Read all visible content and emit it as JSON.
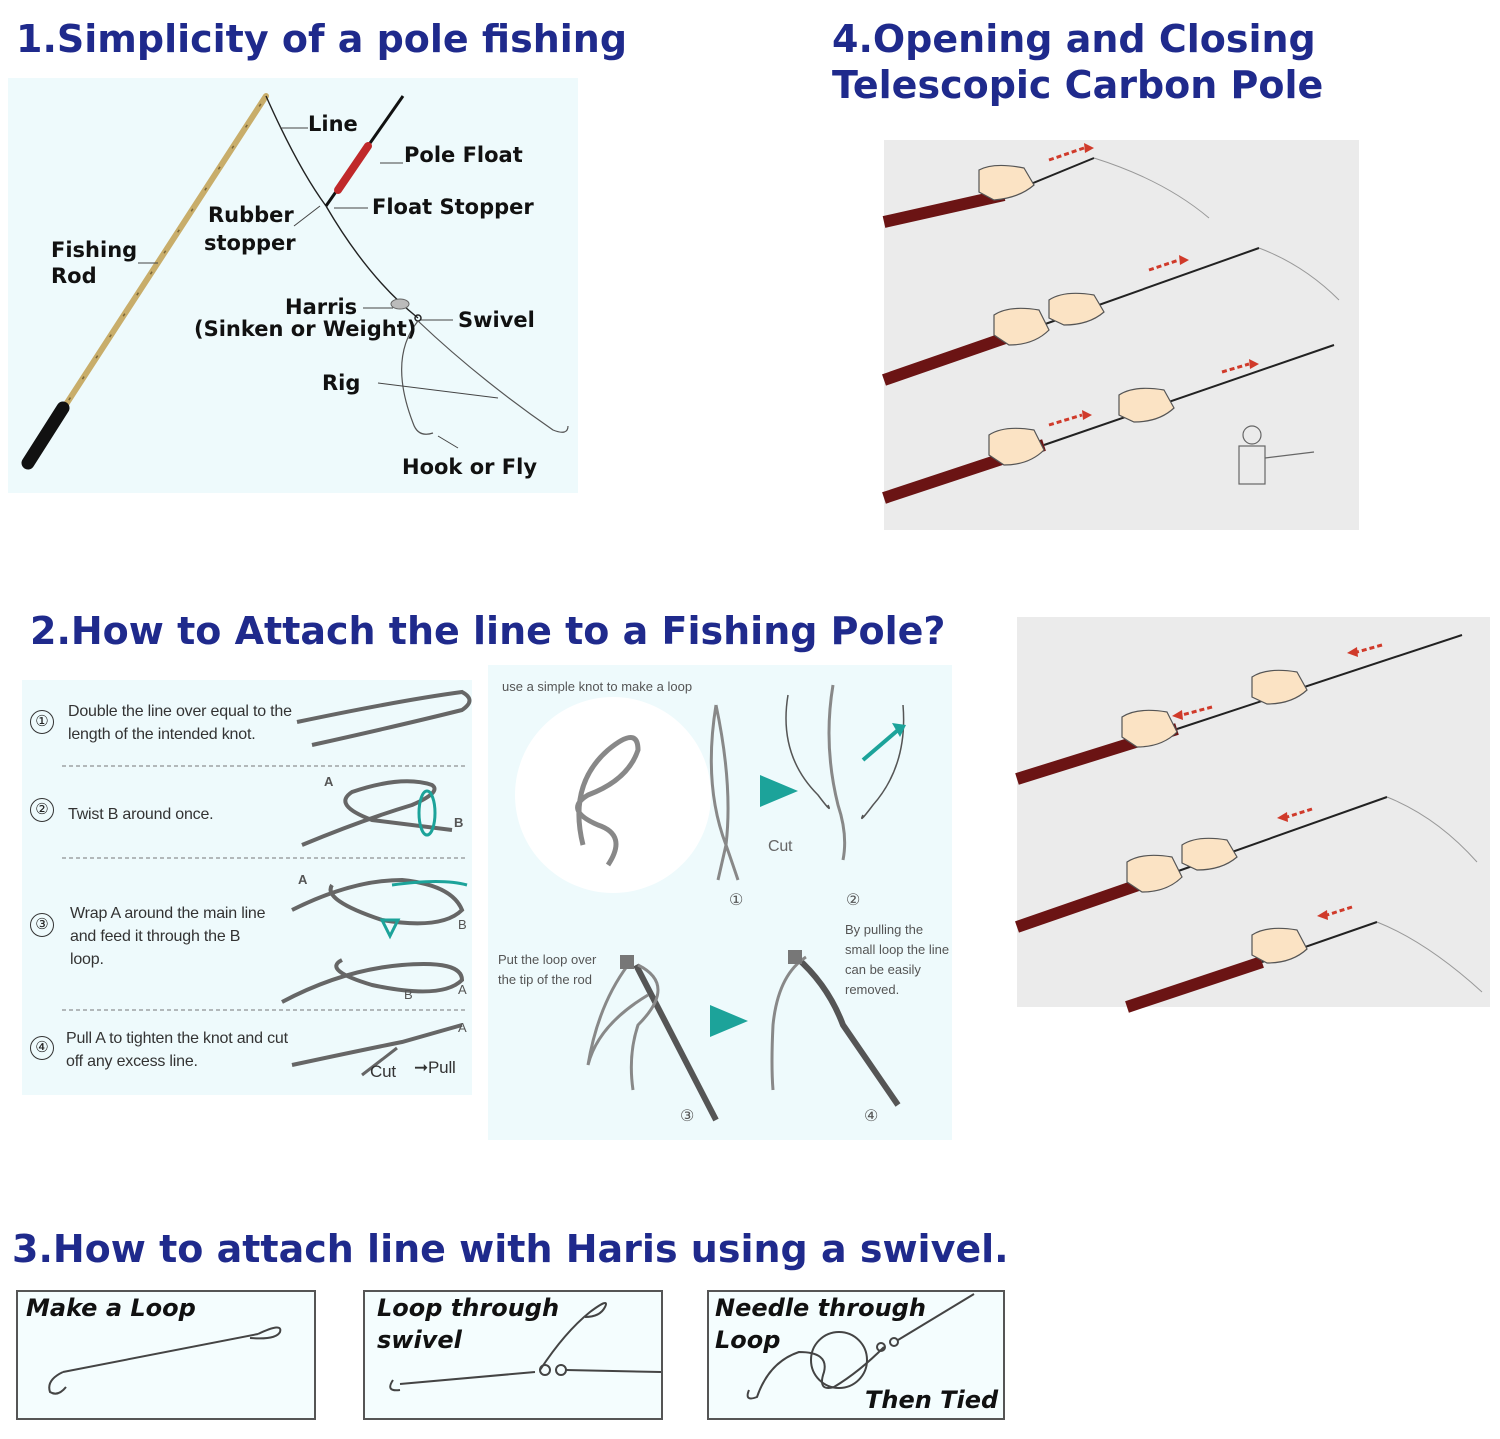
{
  "section1": {
    "heading": "1.Simplicity of a pole fishing",
    "labels": {
      "line": "Line",
      "pole_float": "Pole Float",
      "float_stopper": "Float Stopper",
      "rubber_1": "Rubber",
      "rubber_2": "stopper",
      "fishing_1": "Fishing",
      "fishing_2": "Rod",
      "harris_1": "Harris",
      "harris_2": "(Sinken or Weight)",
      "swivel": "Swivel",
      "rig": "Rig",
      "hook": "Hook or Fly"
    }
  },
  "section2": {
    "heading": "2.How to Attach the line to a Fishing Pole?",
    "steps": [
      {
        "num": "①",
        "text": "Double the line over equal to the length of the intended knot."
      },
      {
        "num": "②",
        "text": "Twist B around once."
      },
      {
        "num": "③",
        "text": "Wrap A around the main line and feed it through the B loop."
      },
      {
        "num": "④",
        "text": "Pull A to tighten the knot and cut off any excess line."
      }
    ],
    "marks": {
      "a": "A",
      "b": "B",
      "cut": "Cut",
      "pull": "➞Pull"
    },
    "right": {
      "caption": "use a simple knot to make a loop",
      "cut": "Cut",
      "n1": "①",
      "n2": "②",
      "n3": "③",
      "n4": "④",
      "put_loop": "Put the loop over the tip of the rod",
      "by_pulling": "By pulling the small loop the line can be easily removed."
    }
  },
  "section3": {
    "heading": "3.How to attach line with Haris using a swivel.",
    "box1": "Make a Loop",
    "box2_1": "Loop through",
    "box2_2": "swivel",
    "box3_1": "Needle through",
    "box3_2": "Loop",
    "box3_3": "Then Tied"
  },
  "section4": {
    "heading_1": "4.Opening and Closing",
    "heading_2": "Telescopic Carbon Pole"
  },
  "colors": {
    "heading": "#1f2a8c",
    "panel": "#eefafc",
    "rod": "#6b1414",
    "arrow_red": "#d03a2a",
    "teal": "#1ca39a"
  }
}
